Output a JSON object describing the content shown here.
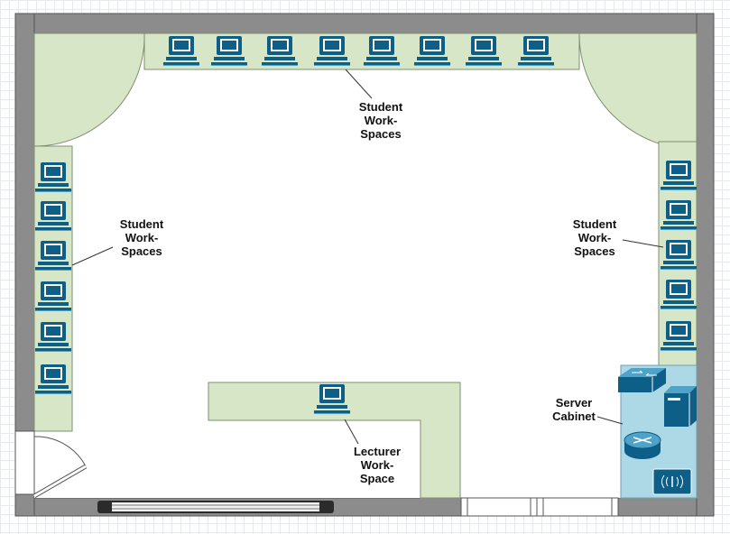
{
  "colors": {
    "wall": "#8c8c8c",
    "wall_edge": "#555555",
    "floor": "#ffffff",
    "desk": "#d8e6c8",
    "desk_edge": "#7f8f70",
    "server_area": "#add8e6",
    "device": "#0d5f88",
    "device_light": "#4fa3c9",
    "window": "#2b2b2b"
  },
  "labels": {
    "student_top": "Student\nWork-\nSpaces",
    "student_left": "Student\nWork-\nSpaces",
    "student_right": "Student\nWork-\nSpaces",
    "lecturer": "Lecturer\nWork-\nSpace",
    "server": "Server\nCabinet"
  },
  "workstations": {
    "top_row": 8,
    "left_column": 6,
    "right_column": 5,
    "lecturer": 1
  },
  "server_cabinet_devices": [
    "switch-icon",
    "server-tower-icon",
    "router-icon",
    "wireless-access-point-icon"
  ]
}
